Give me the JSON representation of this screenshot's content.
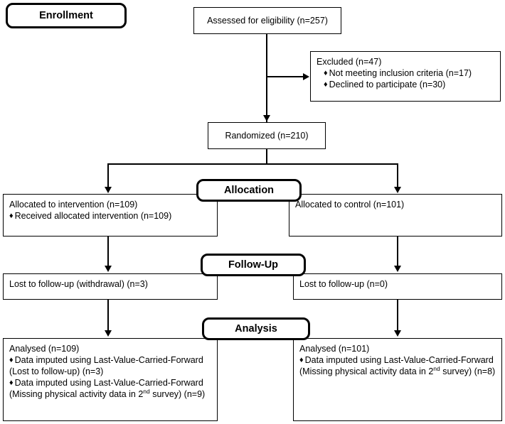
{
  "diagram": {
    "type": "consort-flow-diagram",
    "stages": [
      {
        "id": "enrollment",
        "label": "Enrollment"
      },
      {
        "id": "allocation",
        "label": "Allocation"
      },
      {
        "id": "followup",
        "label": "Follow-Up"
      },
      {
        "id": "analysis",
        "label": "Analysis"
      }
    ],
    "enrollment": {
      "assessed": {
        "text": "Assessed for eligibility (n=257)",
        "n": 257
      },
      "excluded": {
        "heading": "Excluded  (n=47)",
        "n": 47,
        "reasons": [
          {
            "bullet": "♦",
            "text": "Not meeting inclusion criteria (n=17)",
            "n": 17
          },
          {
            "bullet": "♦",
            "text": "Declined to participate (n=30)",
            "n": 30
          }
        ]
      },
      "randomized": {
        "text": "Randomized (n=210)",
        "n": 210
      }
    },
    "allocation": {
      "intervention": {
        "heading": "Allocated to intervention (n=109)",
        "n": 109,
        "items": [
          {
            "bullet": "♦",
            "text": "Received allocated intervention (n=109)",
            "n": 109
          }
        ]
      },
      "control": {
        "heading": "Allocated to control (n=101)",
        "n": 101,
        "items": []
      }
    },
    "followup": {
      "intervention": {
        "text": "Lost to follow-up (withdrawal) (n=3)",
        "n": 3
      },
      "control": {
        "text": "Lost to follow-up (n=0)",
        "n": 0
      }
    },
    "analysis": {
      "intervention": {
        "heading": "Analysed  (n=109)",
        "n": 109,
        "items": [
          {
            "bullet": "♦",
            "pre": "Data imputed using Last-Value-Carried-Forward (Lost to follow-up) (n=3)",
            "n": 3
          },
          {
            "bullet": "♦",
            "pre": "Data imputed using Last-Value-Carried-Forward (Missing physical activity data in 2",
            "sup": "nd",
            "post": " survey) (n=9)",
            "n": 9
          }
        ]
      },
      "control": {
        "heading": "Analysed  (n=101)",
        "n": 101,
        "items": [
          {
            "bullet": "♦",
            "pre": "Data imputed using Last-Value-Carried-Forward (Missing physical activity data in 2",
            "sup": "nd",
            "post": " survey) (n=8)",
            "n": 8
          }
        ]
      }
    },
    "colors": {
      "line": "#000000",
      "box_border": "#000000",
      "background": "#ffffff"
    }
  }
}
